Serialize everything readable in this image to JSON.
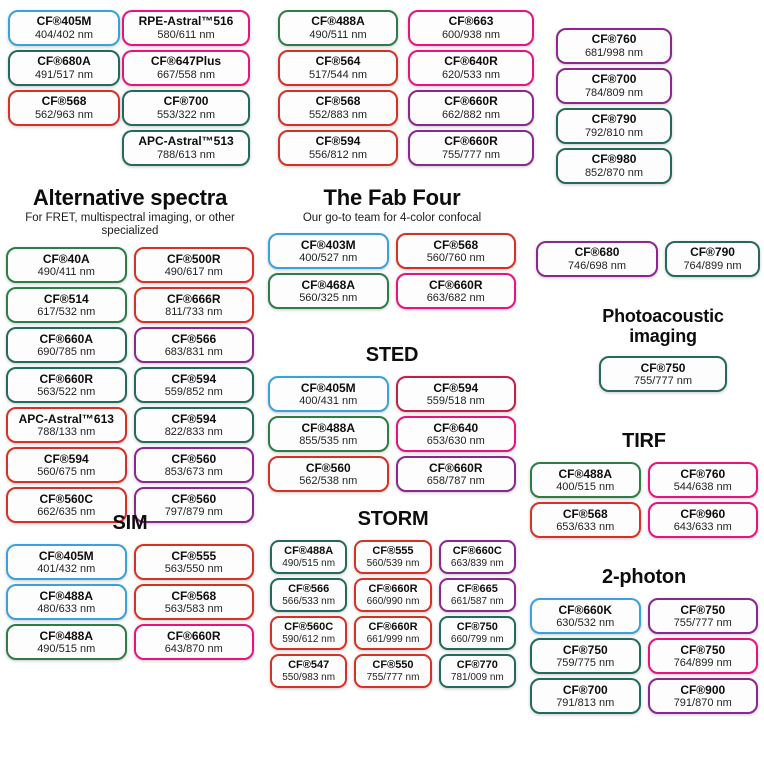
{
  "colors": {
    "blue": "#3ba1dc",
    "green": "#2e7d46",
    "teal": "#246a5c",
    "red": "#d43226",
    "pink": "#e8137d",
    "purple": "#8c2690",
    "crimson": "#c11f48"
  },
  "groups": [
    {
      "key": "top1",
      "title": "",
      "subtitle": "",
      "pills": [
        {
          "name": "CF®405M",
          "value": "404/402 nm",
          "color": "blue"
        },
        {
          "name": "CF®680A",
          "value": "491/517 nm",
          "color": "teal"
        },
        {
          "name": "CF®568",
          "value": "562/963 nm",
          "color": "red"
        }
      ]
    },
    {
      "key": "top2",
      "title": "",
      "subtitle": "",
      "pills": [
        {
          "name": "RPE-Astral™516",
          "value": "580/611 nm",
          "color": "pink"
        },
        {
          "name": "CF®647Plus",
          "value": "667/558 nm",
          "color": "pink"
        },
        {
          "name": "CF®700",
          "value": "553/322 nm",
          "color": "teal"
        },
        {
          "name": "APC-Astral™513",
          "value": "788/613 nm",
          "color": "teal"
        }
      ]
    },
    {
      "key": "top3",
      "title": "",
      "subtitle": "",
      "pills": [
        {
          "name": "CF®488A",
          "value": "490/511 nm",
          "color": "green"
        },
        {
          "name": "CF®564",
          "value": "517/544 nm",
          "color": "red"
        },
        {
          "name": "CF®568",
          "value": "552/883 nm",
          "color": "red"
        },
        {
          "name": "CF®594",
          "value": "556/812 nm",
          "color": "red"
        }
      ]
    },
    {
      "key": "top4",
      "title": "",
      "subtitle": "",
      "pills": [
        {
          "name": "CF®663",
          "value": "600/938 nm",
          "color": "pink"
        },
        {
          "name": "CF®640R",
          "value": "620/533 nm",
          "color": "pink"
        },
        {
          "name": "CF®660R",
          "value": "662/882 nm",
          "color": "purple"
        },
        {
          "name": "CF®660R",
          "value": "755/777 nm",
          "color": "purple"
        }
      ]
    },
    {
      "key": "top5",
      "title": "",
      "subtitle": "",
      "pills": [
        {
          "name": "CF®760",
          "value": "681/998 nm",
          "color": "purple"
        },
        {
          "name": "CF®700",
          "value": "784/809 nm",
          "color": "purple"
        },
        {
          "name": "CF®790",
          "value": "792/810 nm",
          "color": "teal"
        },
        {
          "name": "CF®980",
          "value": "852/870 nm",
          "color": "teal"
        }
      ]
    },
    {
      "key": "alt",
      "title": "Alternative spectra",
      "subtitle": "For FRET, multispectral imaging, or other specialized",
      "pills": [
        {
          "name": "CF®40A",
          "value": "490/411 nm",
          "color": "green"
        },
        {
          "name": "CF®500R",
          "value": "490/617 nm",
          "color": "red"
        },
        {
          "name": "CF®514",
          "value": "617/532 nm",
          "color": "green"
        },
        {
          "name": "CF®666R",
          "value": "811/733 nm",
          "color": "red"
        },
        {
          "name": "CF®660A",
          "value": "690/785 nm",
          "color": "teal"
        },
        {
          "name": "CF®566",
          "value": "683/831 nm",
          "color": "purple"
        },
        {
          "name": "CF®660R",
          "value": "563/522 nm",
          "color": "teal"
        },
        {
          "name": "CF®594",
          "value": "559/852 nm",
          "color": "teal"
        },
        {
          "name": "APC-Astral™613",
          "value": "788/133 nm",
          "color": "red"
        },
        {
          "name": "CF®594",
          "value": "822/833 nm",
          "color": "teal"
        },
        {
          "name": "CF®594",
          "value": "560/675 nm",
          "color": "red"
        },
        {
          "name": "CF®560",
          "value": "853/673 nm",
          "color": "purple"
        },
        {
          "name": "CF®560C",
          "value": "662/635 nm",
          "color": "red"
        },
        {
          "name": "CF®560",
          "value": "797/879 nm",
          "color": "purple"
        }
      ]
    },
    {
      "key": "fab",
      "title": "The Fab Four",
      "subtitle": "Our go-to team for 4-color confocal",
      "pills": [
        {
          "name": "CF®403M",
          "value": "400/527 nm",
          "color": "blue"
        },
        {
          "name": "CF®568",
          "value": "560/760 nm",
          "color": "red"
        },
        {
          "name": "CF®468A",
          "value": "560/325 nm",
          "color": "green"
        },
        {
          "name": "CF®660R",
          "value": "663/682 nm",
          "color": "pink"
        }
      ]
    },
    {
      "key": "nirpair",
      "title": "",
      "subtitle": "",
      "pills": [
        {
          "name": "CF®680",
          "value": "746/698 nm",
          "color": "purple"
        },
        {
          "name": "CF®790",
          "value": "764/899 nm",
          "color": "teal"
        }
      ]
    },
    {
      "key": "photoacoustic",
      "title": "Photoacoustic imaging",
      "subtitle": "",
      "pills": [
        {
          "name": "CF®750",
          "value": "755/777 nm",
          "color": "teal"
        }
      ]
    },
    {
      "key": "sted",
      "title": "STED",
      "subtitle": "",
      "pills": [
        {
          "name": "CF®405M",
          "value": "400/431 nm",
          "color": "blue"
        },
        {
          "name": "CF®594",
          "value": "559/518 nm",
          "color": "crimson"
        },
        {
          "name": "CF®488A",
          "value": "855/535 nm",
          "color": "green"
        },
        {
          "name": "CF®640",
          "value": "653/630 nm",
          "color": "pink"
        },
        {
          "name": "CF®560",
          "value": "562/538 nm",
          "color": "red"
        },
        {
          "name": "CF®660R",
          "value": "658/787 nm",
          "color": "purple"
        }
      ]
    },
    {
      "key": "tirf",
      "title": "TIRF",
      "subtitle": "",
      "pills": [
        {
          "name": "CF®488A",
          "value": "400/515 nm",
          "color": "green"
        },
        {
          "name": "CF®760",
          "value": "544/638 nm",
          "color": "pink"
        },
        {
          "name": "CF®568",
          "value": "653/633 nm",
          "color": "red"
        },
        {
          "name": "CF®960",
          "value": "643/633 nm",
          "color": "pink"
        }
      ]
    },
    {
      "key": "sim",
      "title": "SIM",
      "subtitle": "",
      "pills": [
        {
          "name": "CF®405M",
          "value": "401/432 nm",
          "color": "blue"
        },
        {
          "name": "CF®555",
          "value": "563/550 nm",
          "color": "red"
        },
        {
          "name": "CF®488A",
          "value": "480/633 nm",
          "color": "blue"
        },
        {
          "name": "CF®568",
          "value": "563/583 nm",
          "color": "red"
        },
        {
          "name": "CF®488A",
          "value": "490/515 nm",
          "color": "green"
        },
        {
          "name": "CF®660R",
          "value": "643/870 nm",
          "color": "pink"
        }
      ]
    },
    {
      "key": "storm",
      "title": "STORM",
      "subtitle": "",
      "pills": [
        {
          "name": "CF®488A",
          "value": "490/515 nm",
          "color": "teal"
        },
        {
          "name": "CF®555",
          "value": "560/539 nm",
          "color": "red"
        },
        {
          "name": "CF®660C",
          "value": "663/839 nm",
          "color": "purple"
        },
        {
          "name": "CF®566",
          "value": "566/533 nm",
          "color": "teal"
        },
        {
          "name": "CF®660R",
          "value": "660/990 nm",
          "color": "red"
        },
        {
          "name": "CF®665",
          "value": "661/587 nm",
          "color": "purple"
        },
        {
          "name": "CF®560C",
          "value": "590/612 nm",
          "color": "red"
        },
        {
          "name": "CF®660R",
          "value": "661/999 nm",
          "color": "red"
        },
        {
          "name": "CF®750",
          "value": "660/799 nm",
          "color": "teal"
        },
        {
          "name": "CF®547",
          "value": "550/983 nm",
          "color": "red"
        },
        {
          "name": "CF®550",
          "value": "755/777 nm",
          "color": "red"
        },
        {
          "name": "CF®770",
          "value": "781/009 nm",
          "color": "teal"
        }
      ]
    },
    {
      "key": "twophoton",
      "title": "2-photon",
      "subtitle": "",
      "pills": [
        {
          "name": "CF®660K",
          "value": "630/532 nm",
          "color": "blue"
        },
        {
          "name": "CF®750",
          "value": "755/777 nm",
          "color": "purple"
        },
        {
          "name": "CF®750",
          "value": "759/775 nm",
          "color": "teal"
        },
        {
          "name": "CF®750",
          "value": "764/899 nm",
          "color": "pink"
        },
        {
          "name": "CF®700",
          "value": "791/813 nm",
          "color": "teal"
        },
        {
          "name": "CF®900",
          "value": "791/870 nm",
          "color": "purple"
        }
      ]
    }
  ]
}
